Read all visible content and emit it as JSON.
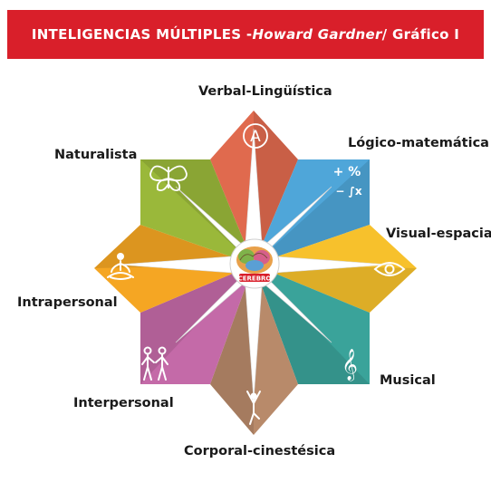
{
  "header": {
    "title": "INTELIGENCIAS MÚLTIPLES - ",
    "subtitle": "Howard Gardner",
    "suffix": " / Gráfico I",
    "color": "#d91f2a"
  },
  "center": {
    "badge": "CEREBRO"
  },
  "intelligences": [
    {
      "label": "Verbal-Lingüística",
      "icon": "letter-a-icon",
      "glyph": "A",
      "color": "#e06a4e"
    },
    {
      "label": "Lógico-matemática",
      "icon": "math-symbols-icon",
      "glyph": "+ %",
      "glyph2": "− ∫x",
      "color": "#4fa6d9"
    },
    {
      "label": "Visual-espacial",
      "icon": "eye-icon",
      "color": "#f7c12c"
    },
    {
      "label": "Musical",
      "icon": "treble-clef-icon",
      "glyph": "𝄞",
      "color": "#3aa39a"
    },
    {
      "label": "Corporal-cinestésica",
      "icon": "yoga-pose-icon",
      "color": "#b88a6a"
    },
    {
      "label": "Interpersonal",
      "icon": "two-people-icon",
      "color": "#c46aa8"
    },
    {
      "label": "Intrapersonal",
      "icon": "meditation-icon",
      "color": "#f5a623"
    },
    {
      "label": "Naturalista",
      "icon": "butterfly-icon",
      "color": "#9ab83a"
    }
  ]
}
